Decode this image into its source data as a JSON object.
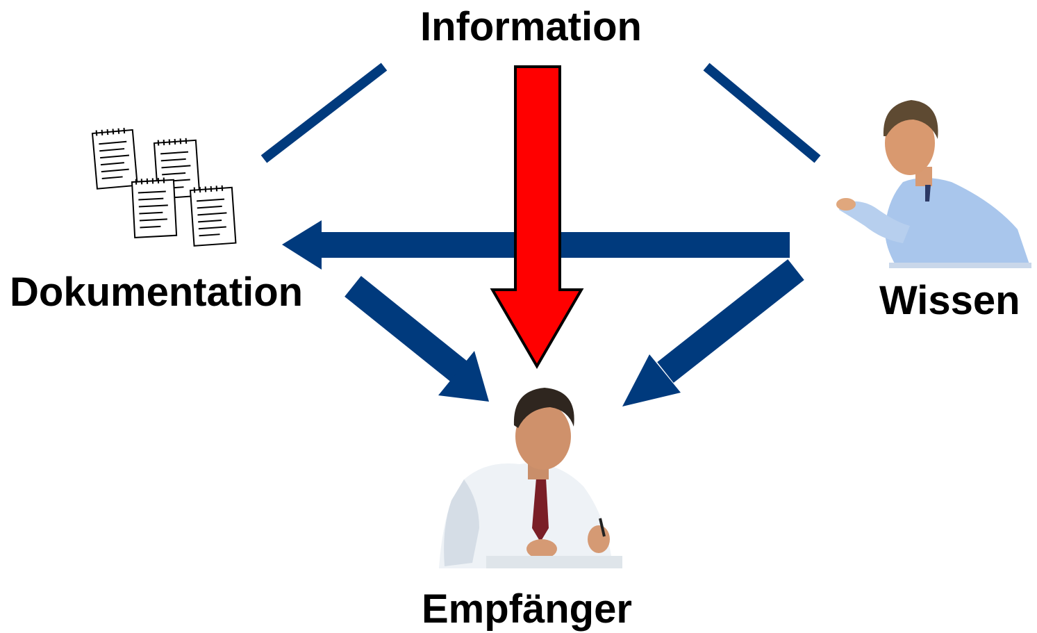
{
  "diagram": {
    "nodes": {
      "information": {
        "label": "Information"
      },
      "dokumentation": {
        "label": "Dokumentation",
        "icon": "documents-icon"
      },
      "wissen": {
        "label": "Wissen",
        "icon": "person-pointing-icon"
      },
      "empfaenger": {
        "label": "Empfänger",
        "icon": "person-writing-icon"
      }
    },
    "edges": [
      {
        "from": "information",
        "to": "dokumentation",
        "style": "line",
        "color": "#003a7d"
      },
      {
        "from": "information",
        "to": "wissen",
        "style": "line",
        "color": "#003a7d"
      },
      {
        "from": "wissen",
        "to": "dokumentation",
        "style": "arrow",
        "color": "#003a7d"
      },
      {
        "from": "dokumentation",
        "to": "empfaenger",
        "style": "arrow",
        "color": "#003a7d"
      },
      {
        "from": "wissen",
        "to": "empfaenger",
        "style": "arrow",
        "color": "#003a7d"
      },
      {
        "from": "information",
        "to": "empfaenger",
        "style": "arrow",
        "color": "#ff0000",
        "outline": "#000000"
      }
    ]
  },
  "colors": {
    "navy": "#003a7d",
    "red": "#ff0000",
    "outline": "#000000"
  }
}
